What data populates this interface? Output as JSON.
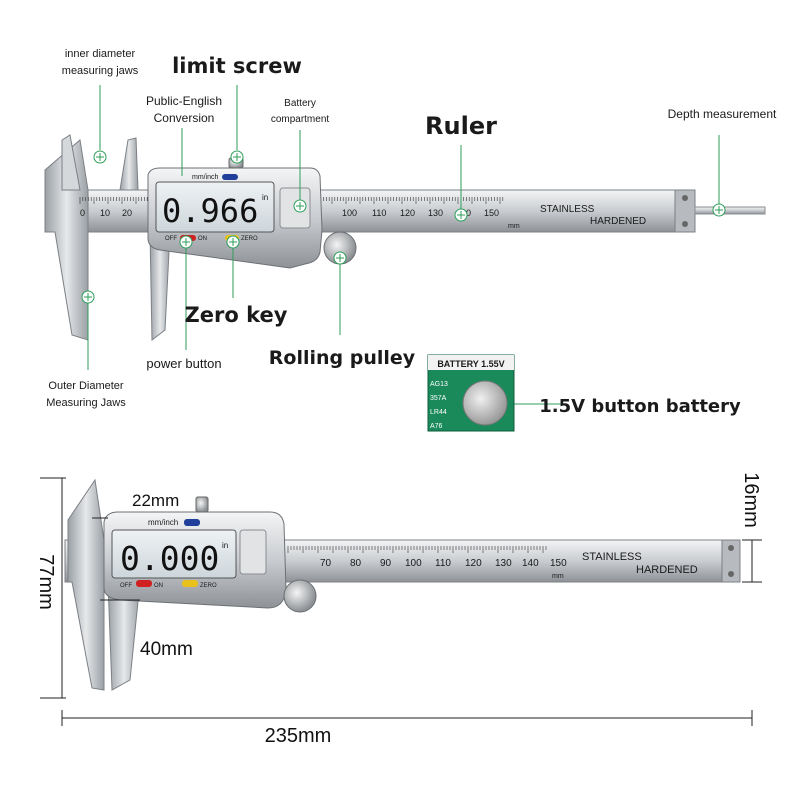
{
  "labels": {
    "inner_jaws_1": "inner diameter",
    "inner_jaws_2": "measuring jaws",
    "limit_screw": "limit screw",
    "conversion_1": "Public-English",
    "conversion_2": "Conversion",
    "battery_comp_1": "Battery",
    "battery_comp_2": "compartment",
    "ruler": "Ruler",
    "depth": "Depth measurement",
    "zero_key": "Zero key",
    "power_button": "power button",
    "rolling_pulley": "Rolling pulley",
    "outer_jaws_1": "Outer Diameter",
    "outer_jaws_2": "Measuring Jaws",
    "button_battery": "1.5V button battery"
  },
  "caliper_top": {
    "display": "0.966",
    "unit": "in",
    "mode_label": "mm/inch",
    "off": "OFF",
    "on": "ON",
    "zero": "ZERO",
    "stainless": "STAINLESS",
    "hardened": "HARDENED",
    "mm": "mm",
    "scale": [
      "0",
      "10",
      "20",
      "100",
      "110",
      "120",
      "130",
      "140",
      "150"
    ]
  },
  "caliper_bottom": {
    "display": "0.000",
    "unit": "in",
    "mode_label": "mm/inch",
    "off": "OFF",
    "on": "ON",
    "zero": "ZERO",
    "stainless": "STAINLESS",
    "hardened": "HARDENED",
    "mm": "mm",
    "scale": [
      "70",
      "80",
      "90",
      "100",
      "110",
      "120",
      "130",
      "140",
      "150"
    ]
  },
  "battery": {
    "label": "BATTERY 1.55V",
    "codes": [
      "AG13",
      "357A",
      "LR44",
      "A76"
    ]
  },
  "dimensions": {
    "width_22": "22mm",
    "height_16": "16mm",
    "height_77": "77mm",
    "width_40": "40mm",
    "length_235": "235mm"
  },
  "colors": {
    "steel": "#c9ccd0",
    "lcd": "#dfe6ea",
    "marker": "#2e9e5a",
    "off_red": "#d02020",
    "zero_yellow": "#e8c21a",
    "mode_blue": "#1f3f9a",
    "battery_green": "#1a8a5a"
  }
}
